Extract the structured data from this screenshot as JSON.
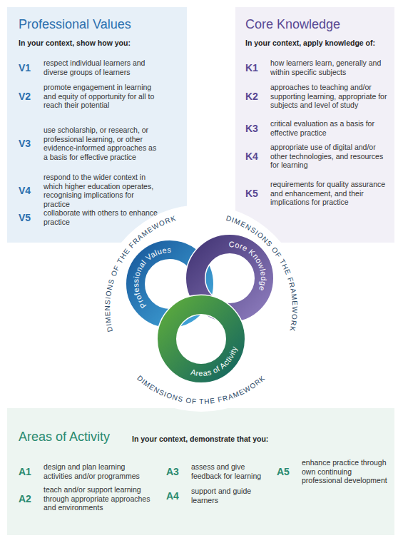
{
  "diagram": {
    "nodes": [
      {
        "text": [
          "Professional Values",
          "In your context, show how you:",
          "V1",
          "respect individual learners and diverse groups of learners",
          "V2",
          "promote engagement in learning and equity of opportunity for all to reach their potential",
          "V3",
          "use scholarship, or research, or professional learning, or other evidence-informed approaches as a basis for effective practice",
          "V4",
          "respond to the wider context in which higher education operates, recognising implications for practice",
          "V5",
          "collaborate with others to enhance practice"
        ]
      },
      {
        "text": [
          "Core Knowledge",
          "In your context, apply knowledge of:",
          "K1",
          "how learners learn, generally and within specific subjects",
          "K2",
          "approaches to teaching and/or supporting learning, appropriate for subjects and level of study",
          "K3",
          "critical evaluation as a basis for effective practice",
          "K4",
          "appropriate use of digital and/or other technologies, and resources for learning",
          "K5",
          "requirements for quality assurance and enhancement, and their implications for practice"
        ]
      },
      {
        "text": [
          "Professional Values"
        ]
      },
      {
        "text": [
          "Core Knowledge"
        ]
      },
      {
        "text": [
          "Areas of Activity"
        ]
      },
      {
        "text": [
          "Areas of Activity",
          "In your context, demonstrate that you:",
          "A1",
          "design and plan learning activities and/or programmes",
          "A2",
          "teach and/or support learning through appropriate approaches and environments",
          "A3",
          "assess and give feedback for learning",
          "A4",
          "support and guide learners",
          "A5",
          "enhance practice through own continuing professional development"
        ]
      }
    ],
    "labels": [
      "DIMENSIONS OF THE FRAMEWORK",
      "DIMENSIONS OF THE FRAMEWORK",
      "DIMENSIONS OF THE FRAMEWORK"
    ]
  }
}
